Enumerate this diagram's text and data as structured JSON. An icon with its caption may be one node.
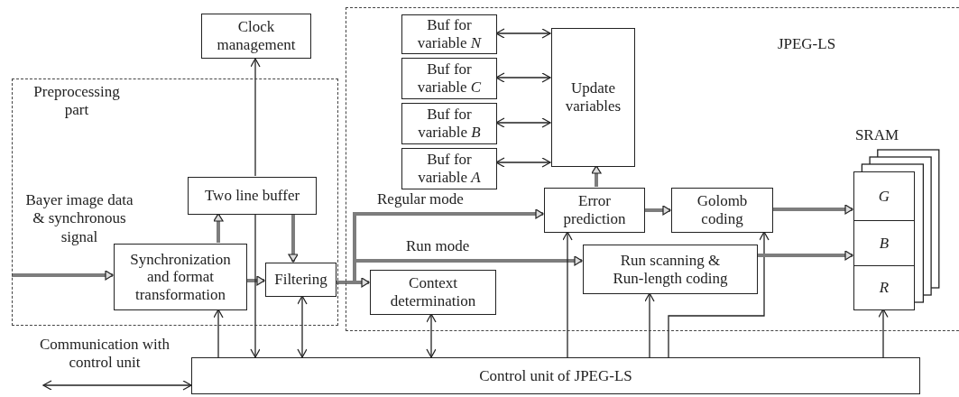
{
  "diagram": {
    "nodes": [
      {
        "text": [
          "Preprocessing part"
        ]
      },
      {
        "text": [
          "JPEG-LS"
        ]
      },
      {
        "text": [
          "Clock management"
        ]
      },
      {
        "text": [
          "Two line buffer"
        ],
        "in": 0
      },
      {
        "text": [
          "Synchronization and format transformation"
        ],
        "in": 0
      },
      {
        "text": [
          "Filtering"
        ],
        "in": 0
      },
      {
        "text": [
          "Buf for variable *N*"
        ],
        "in": 1
      },
      {
        "text": [
          "Buf for variable *C*"
        ],
        "in": 1
      },
      {
        "text": [
          "Buf for variable *B*"
        ],
        "in": 1
      },
      {
        "text": [
          "Buf for variable *A*"
        ],
        "in": 1
      },
      {
        "text": [
          "Update variables"
        ],
        "in": 1
      },
      {
        "text": [
          "Error prediction"
        ],
        "in": 1
      },
      {
        "text": [
          "Golomb coding"
        ],
        "in": 1
      },
      {
        "text": [
          "Run scanning & Run-length coding"
        ],
        "in": 1
      },
      {
        "text": [
          "Context determination"
        ],
        "in": 1
      },
      {
        "text": [
          "SRAM"
        ],
        "in": 1
      },
      {
        "text": [
          "G"
        ],
        "in": 15
      },
      {
        "text": [
          "B"
        ],
        "in": 15
      },
      {
        "text": [
          "R"
        ],
        "in": 15
      },
      {
        "text": [
          "Control unit of JPEG-LS"
        ]
      }
    ],
    "edges": [
      {
        "from": null,
        "to": 4,
        "arrow": "to",
        "style": "thick",
        "color": "#7d7d7d"
      },
      {
        "from": 4,
        "to": 3,
        "arrow": "to",
        "style": "thick",
        "color": "#7d7d7d"
      },
      {
        "from": 4,
        "to": 5,
        "arrow": "to",
        "style": "thick",
        "color": "#7d7d7d"
      },
      {
        "from": 3,
        "to": 5,
        "arrow": "to",
        "style": "thick",
        "color": "#7d7d7d"
      },
      {
        "from": 5,
        "to": 14,
        "arrow": "to",
        "style": "thick",
        "color": "#7d7d7d"
      },
      {
        "from": 5,
        "to": 11,
        "arrow": "to",
        "style": "thick",
        "color": "#7d7d7d",
        "label": "Regular mode"
      },
      {
        "from": 5,
        "to": 13,
        "arrow": "to",
        "style": "thick",
        "color": "#7d7d7d",
        "label": "Run mode"
      },
      {
        "from": 3,
        "to": 2,
        "arrow": "to"
      },
      {
        "from": 3,
        "to": 19,
        "arrow": "to"
      },
      {
        "from": 19,
        "to": 4,
        "arrow": "to"
      },
      {
        "from": 19,
        "to": 5,
        "arrow": "both"
      },
      {
        "from": 19,
        "to": 14,
        "arrow": "both"
      },
      {
        "from": 19,
        "to": 11,
        "arrow": "to"
      },
      {
        "from": 19,
        "to": 13,
        "arrow": "to"
      },
      {
        "from": 19,
        "to": 12,
        "arrow": "to"
      },
      {
        "from": 19,
        "to": 18,
        "arrow": "to"
      },
      {
        "from": 6,
        "to": 10,
        "arrow": "both"
      },
      {
        "from": 7,
        "to": 10,
        "arrow": "both"
      },
      {
        "from": 8,
        "to": 10,
        "arrow": "both"
      },
      {
        "from": 9,
        "to": 10,
        "arrow": "both"
      },
      {
        "from": 11,
        "to": 10,
        "arrow": "to",
        "style": "thick",
        "color": "#7d7d7d"
      },
      {
        "from": 11,
        "to": 12,
        "arrow": "to",
        "style": "thick",
        "color": "#7d7d7d"
      },
      {
        "from": 12,
        "to": 16,
        "arrow": "to",
        "style": "thick",
        "color": "#7d7d7d"
      },
      {
        "from": 13,
        "to": 17,
        "arrow": "to",
        "style": "thick",
        "color": "#7d7d7d"
      },
      {
        "from": null,
        "to": 19,
        "arrow": "both"
      }
    ],
    "labels": [
      "Bayer image data & synchronous signal",
      "Communication with control unit"
    ]
  }
}
